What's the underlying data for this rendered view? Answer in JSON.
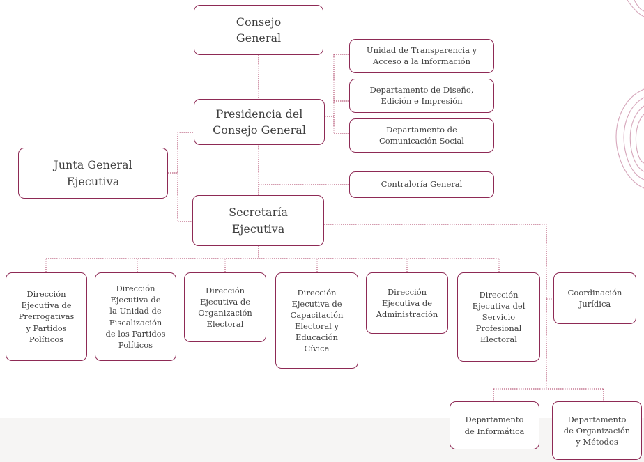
{
  "org_chart": {
    "consejo_general": "Consejo\nGeneral",
    "presidencia": "Presidencia del\nConsejo General",
    "junta_general": "Junta General\nEjecutiva",
    "secretaria": "Secretaría\nEjecutiva",
    "unidad_transparencia": "Unidad de Transparencia y\nAcceso a la Información",
    "depto_diseno": "Departamento de Diseño,\nEdición e Impresión",
    "depto_comunicacion": "Departamento de\nComunicación Social",
    "contraloria": "Contraloría General",
    "dir_prerrogativas": "Dirección\nEjecutiva de\nPrerrogativas\ny Partidos\nPolíticos",
    "dir_fiscalizacion": "Dirección\nEjecutiva de\nla Unidad de\nFiscalización\nde los Partidos\nPolíticos",
    "dir_organizacion": "Dirección\nEjecutiva de\nOrganización\nElectoral",
    "dir_capacitacion": "Dirección\nEjecutiva de\nCapacitación\nElectoral y\nEducación\nCívica",
    "dir_administracion": "Dirección\nEjecutiva de\nAdministración",
    "dir_servicio": "Dirección\nEjecutiva del\nServicio\nProfesional\nElectoral",
    "coordinacion_juridica": "Coordinación\nJurídica",
    "depto_informatica": "Departamento\nde Informática",
    "depto_organizacion_metodos": "Departamento\nde Organización\ny Métodos"
  },
  "colors": {
    "border": "#8e2a55",
    "connector": "#a8375e",
    "text": "#3f3f3f",
    "decoration": "#c98aa5"
  }
}
